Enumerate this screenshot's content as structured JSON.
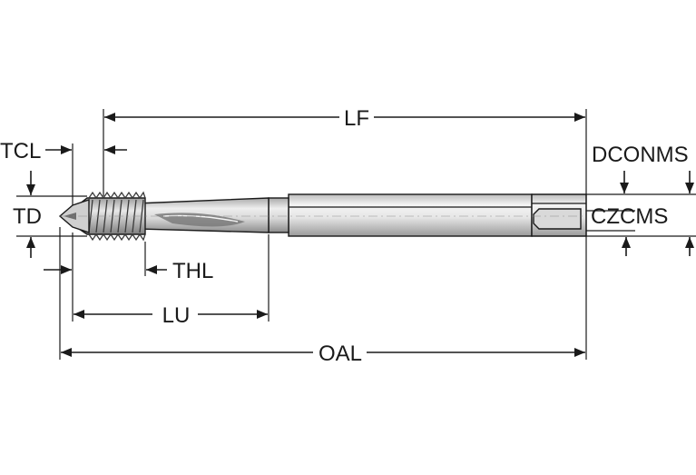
{
  "labels": {
    "lf": "LF",
    "tcl": "TCL",
    "td": "TD",
    "thl": "THL",
    "lu": "LU",
    "oal": "OAL",
    "dconms": "DCONMS",
    "czcms": "CZCMS"
  },
  "colors": {
    "line": "#1a1a1a",
    "tool_light": "#eeeeee",
    "tool_mid": "#c9c9c9",
    "tool_dark": "#8a8a8a"
  }
}
